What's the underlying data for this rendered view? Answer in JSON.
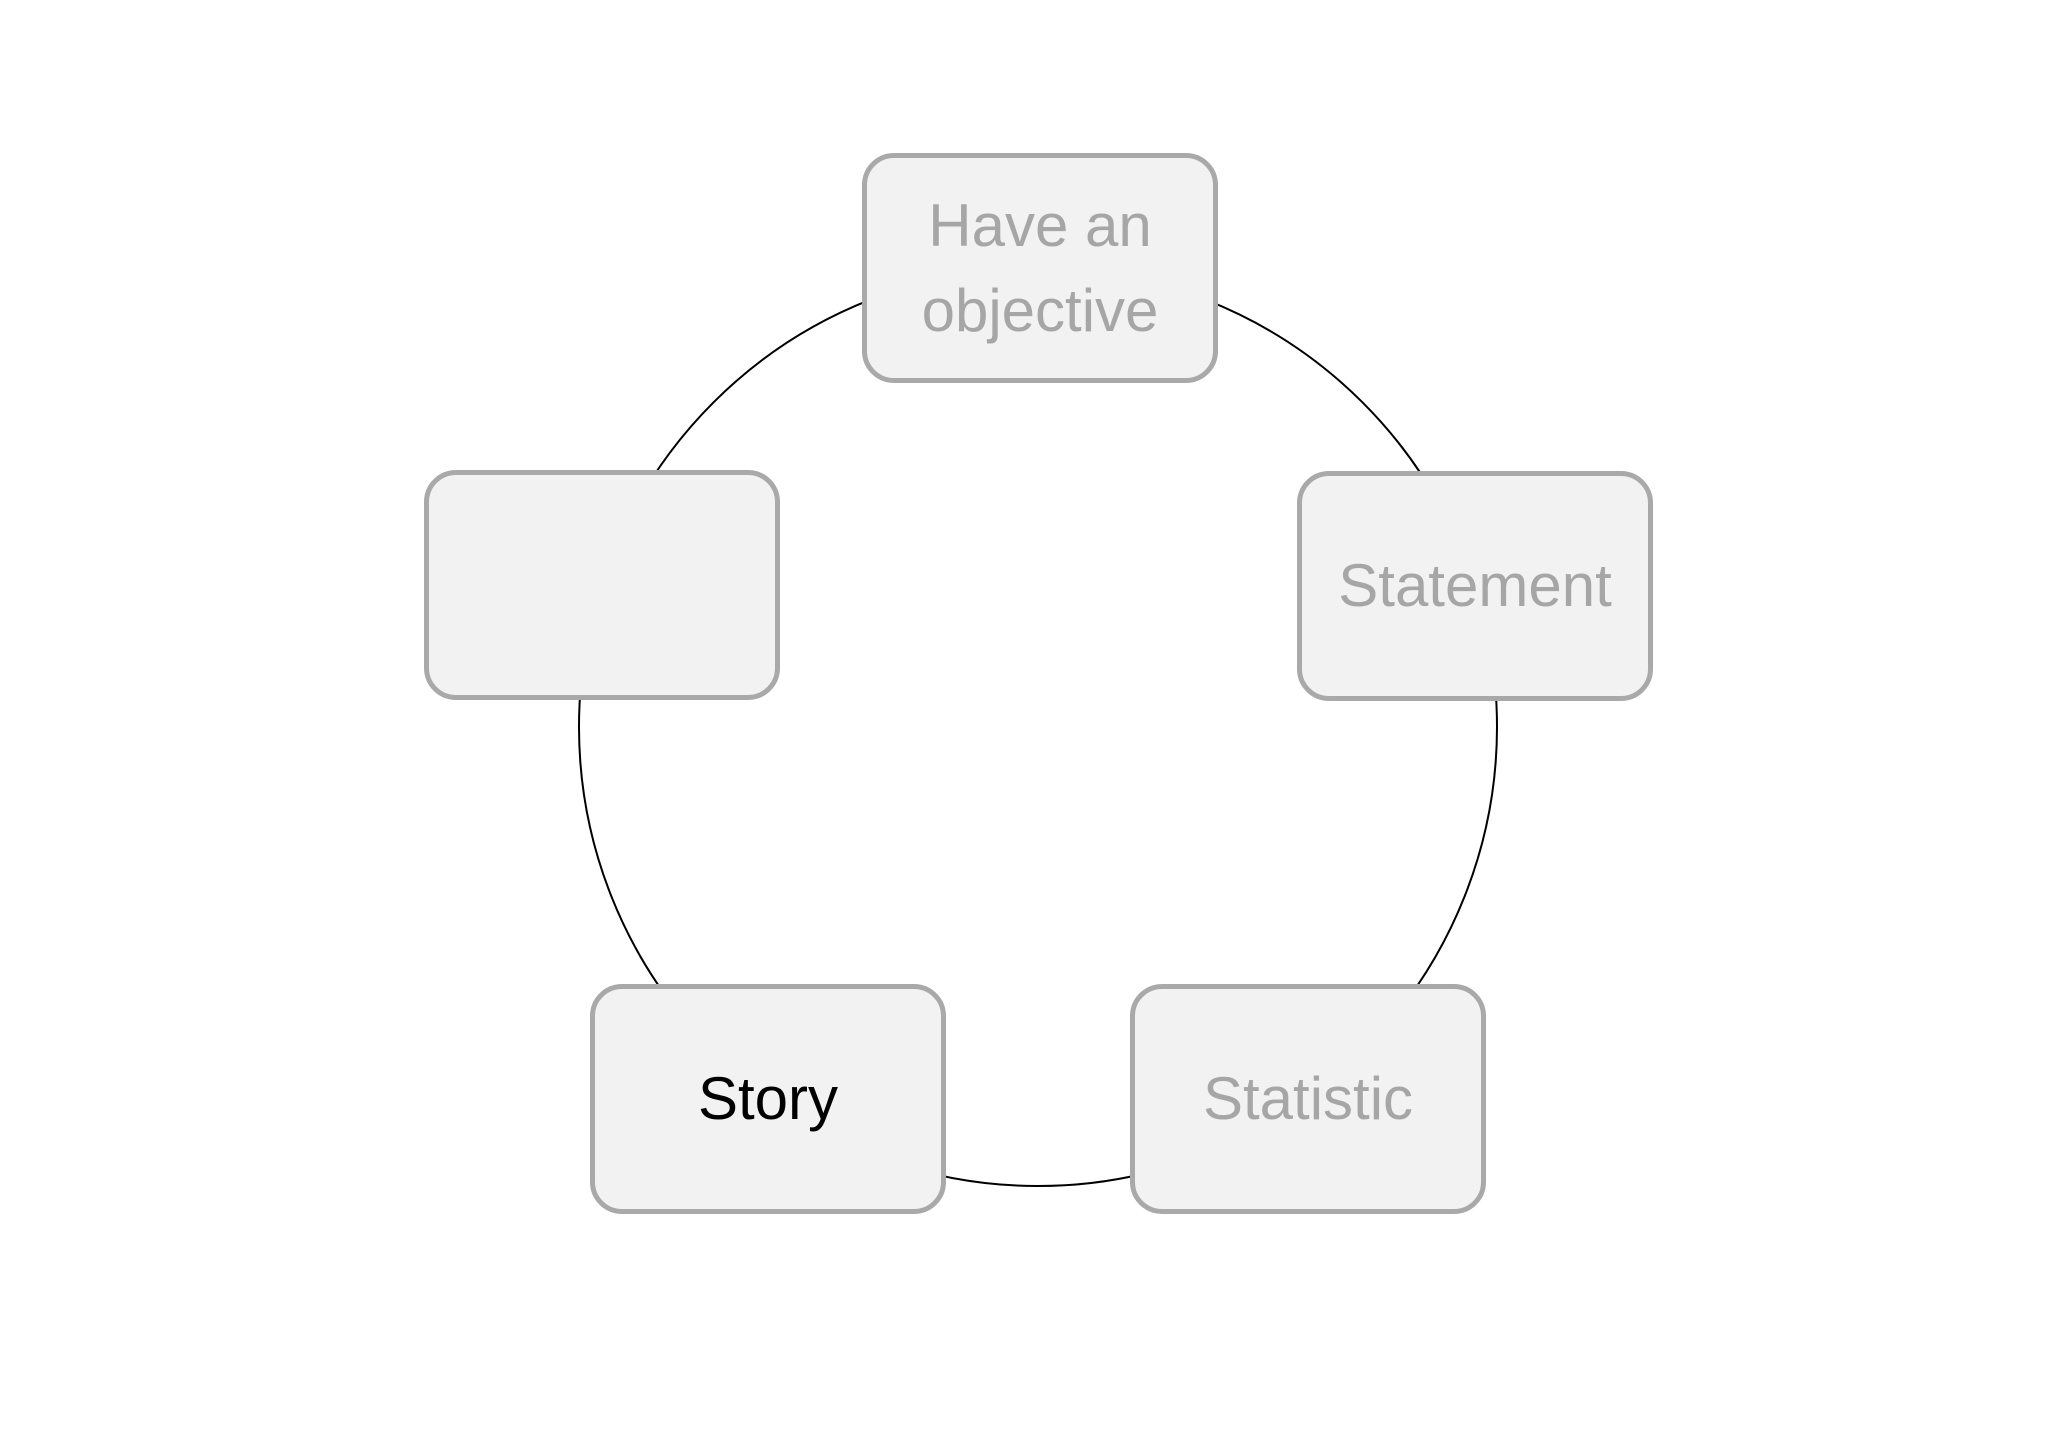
{
  "diagram": {
    "type": "cycle",
    "background_color": "#ffffff",
    "circle": {
      "stroke_color": "#000000",
      "stroke_width": "2"
    },
    "box_style": {
      "fill_color": "#f2f2f2",
      "border_color": "#a9a9a9",
      "muted_text_color": "#a6a6a6",
      "emphasis_text_color": "#000000"
    },
    "nodes": [
      {
        "position": "top",
        "label": "Have an objective",
        "emphasized": false
      },
      {
        "position": "right",
        "label": "Statement",
        "emphasized": false
      },
      {
        "position": "bottom-right",
        "label": "Statistic",
        "emphasized": false
      },
      {
        "position": "bottom-left",
        "label": "Story",
        "emphasized": true
      },
      {
        "position": "left",
        "label": "",
        "emphasized": false
      }
    ]
  }
}
